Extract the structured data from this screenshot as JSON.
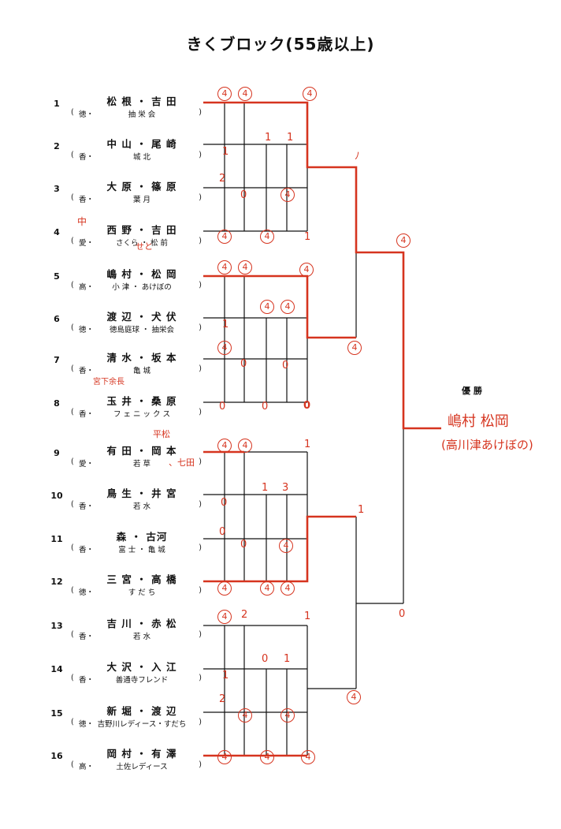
{
  "title": "きくブロック(55歳以上)",
  "winner_label": "優 勝",
  "winner_handwritten": [
    "嶋村 松岡",
    "(高川津あけぼの)"
  ],
  "colors": {
    "ink": "#111111",
    "red": "#d6341f"
  },
  "entries": [
    {
      "num": "1",
      "names": "松 根 ・ 吉 田",
      "pref": "徳・",
      "club": "抽 栄 会"
    },
    {
      "num": "2",
      "names": "中 山 ・ 尾 崎",
      "pref": "香・",
      "club": "城 北"
    },
    {
      "num": "3",
      "names": "大 原 ・ 篠 原",
      "pref": "香・",
      "club": "葉 月"
    },
    {
      "num": "4",
      "names": "西 野 ・ 吉 田",
      "pref": "愛・",
      "club": "さくら ・ 松 前"
    },
    {
      "num": "5",
      "names": "嶋 村 ・ 松 岡",
      "pref": "高・",
      "club": "小 津 ・ あけぼの"
    },
    {
      "num": "6",
      "names": "渡 辺 ・ 犬 伏",
      "pref": "徳・",
      "club": "徳島庭球 ・ 抽栄会"
    },
    {
      "num": "7",
      "names": "清 水 ・ 坂 本",
      "pref": "香・",
      "club": "亀 城"
    },
    {
      "num": "8",
      "names": "玉 井 ・ 桑 原",
      "pref": "香・",
      "club": "フ ェ ニ ッ ク ス"
    },
    {
      "num": "9",
      "names": "有 田 ・ 岡 本",
      "pref": "愛・",
      "club": "若 草"
    },
    {
      "num": "10",
      "names": "鳥 生 ・ 井 宮",
      "pref": "香・",
      "club": "若 水"
    },
    {
      "num": "11",
      "names": "森 ・ 古河",
      "pref": "香・",
      "club": "富 士 ・ 亀 城"
    },
    {
      "num": "12",
      "names": "三 宮 ・ 高 橋",
      "pref": "徳・",
      "club": "す だ ち"
    },
    {
      "num": "13",
      "names": "吉 川 ・ 赤 松",
      "pref": "香・",
      "club": "若 水"
    },
    {
      "num": "14",
      "names": "大 沢 ・ 入 江",
      "pref": "香・",
      "club": "善通寺フレンド"
    },
    {
      "num": "15",
      "names": "新 堀 ・ 渡 辺",
      "pref": "徳・",
      "club": "吉野川レディース・すだち"
    },
    {
      "num": "16",
      "names": "岡 村 ・ 有 澤",
      "pref": "高・",
      "club": "土佐レディース"
    }
  ],
  "annotations": {
    "e4_names_correction": "中",
    "e4_club_correction": "せと",
    "e8_names_correction": "宮下余長",
    "e9_names_correction": "平松",
    "e9_club_correction": "、七田"
  }
}
